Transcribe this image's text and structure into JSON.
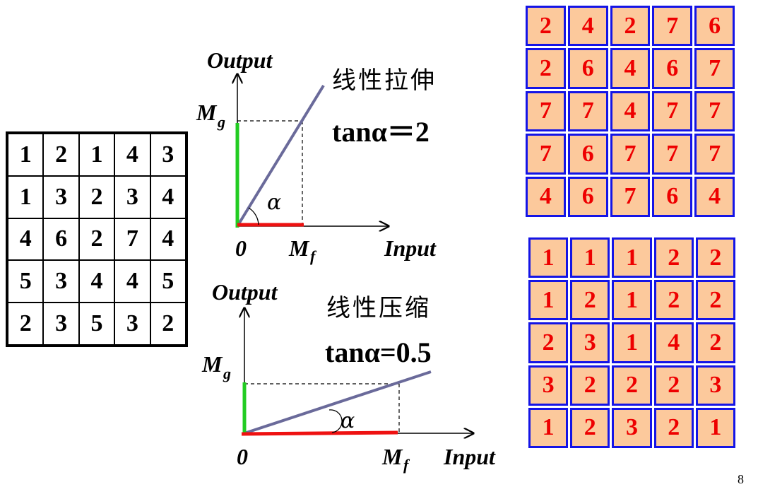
{
  "input_grid": [
    [
      "1",
      "2",
      "1",
      "4",
      "3"
    ],
    [
      "1",
      "3",
      "2",
      "3",
      "4"
    ],
    [
      "4",
      "6",
      "2",
      "7",
      "4"
    ],
    [
      "5",
      "3",
      "4",
      "4",
      "5"
    ],
    [
      "2",
      "3",
      "5",
      "3",
      "2"
    ]
  ],
  "stretch_grid": [
    [
      "2",
      "4",
      "2",
      "7",
      "6"
    ],
    [
      "2",
      "6",
      "4",
      "6",
      "7"
    ],
    [
      "7",
      "7",
      "4",
      "7",
      "7"
    ],
    [
      "7",
      "6",
      "7",
      "7",
      "7"
    ],
    [
      "4",
      "6",
      "7",
      "6",
      "4"
    ]
  ],
  "compress_grid": [
    [
      "1",
      "1",
      "1",
      "2",
      "2"
    ],
    [
      "1",
      "2",
      "1",
      "2",
      "2"
    ],
    [
      "2",
      "3",
      "1",
      "4",
      "2"
    ],
    [
      "3",
      "2",
      "2",
      "2",
      "3"
    ],
    [
      "1",
      "2",
      "3",
      "2",
      "1"
    ]
  ],
  "plot_stretch": {
    "y_label": "Output",
    "x_label": "Input",
    "origin_label": "0",
    "mg_main": "M",
    "mg_sub": "g",
    "mf_main": "M",
    "mf_sub": "f",
    "angle_label": "α",
    "title": "线性拉伸",
    "equation": "tanα＝2"
  },
  "plot_compress": {
    "y_label": "Output",
    "x_label": "Input",
    "origin_label": "0",
    "mg_main": "M",
    "mg_sub": "g",
    "mf_main": "M",
    "mf_sub": "f",
    "angle_label": "α",
    "title": "线性压缩",
    "equation": "tanα=0.5"
  },
  "colors": {
    "grid_cell_fill": "#fcc99c",
    "grid_cell_border": "#1414e6",
    "grid_text": "#ee0000",
    "green_segment": "#22cc22",
    "red_segment": "#ee1111",
    "line": "#6a6a9a"
  },
  "page_number": "8"
}
